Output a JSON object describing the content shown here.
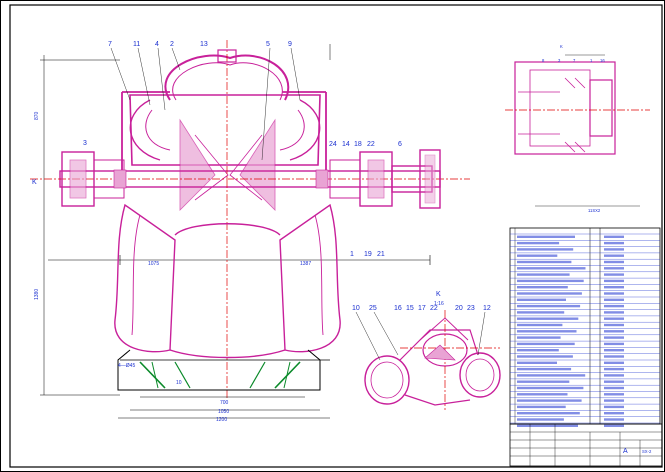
{
  "drawing": {
    "labels": {
      "l7": "7",
      "l11": "11",
      "l4": "4",
      "l2": "2",
      "l13": "13",
      "l5": "5",
      "l9": "9",
      "l3": "3",
      "l24": "24",
      "l14": "14",
      "l18": "18",
      "l22": "22",
      "l6": "6",
      "l1": "1",
      "l19": "19",
      "l21": "21",
      "k": "K",
      "l10": "10",
      "l25": "25",
      "l16": "16",
      "l15": "15",
      "l17": "17",
      "l22b": "22",
      "l20": "20",
      "l23": "23",
      "l12": "12"
    },
    "dims": {
      "d1075": "1075",
      "d1387": "1387",
      "d700": "700",
      "d1050": "1050",
      "d1200": "1200",
      "dleft": "4—Ø45",
      "d10": "10"
    },
    "section_k": "K",
    "scale": "1:16",
    "table_title": "11SX2",
    "title_block": {
      "sheet": "A",
      "code": "SX-2"
    }
  }
}
